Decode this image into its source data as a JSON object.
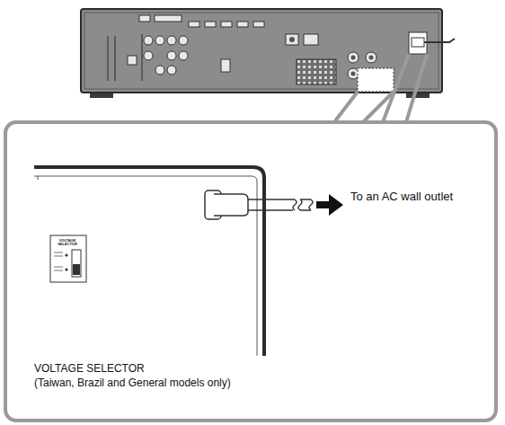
{
  "diagram": {
    "labels": [
      "VOLTAGE SELECTOR",
      "To an AC wall outlet",
      "VOLTAGE SELECTOR",
      "(Taiwan, Brazil and General models only)"
    ]
  }
}
